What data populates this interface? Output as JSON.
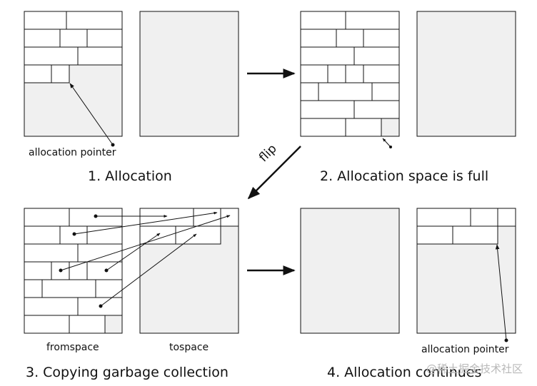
{
  "panel1": {
    "caption": "1. Allocation",
    "pointer_label": "allocation pointer"
  },
  "panel2": {
    "caption": "2. Allocation space is full",
    "arrow_label": "flip"
  },
  "panel3": {
    "caption": "3. Copying garbage collection",
    "fromspace_label": "fromspace",
    "tospace_label": "tospace"
  },
  "panel4": {
    "caption": "4. Allocation continues",
    "pointer_label": "allocation pointer"
  },
  "watermark": "@稀土掘金技术社区",
  "colors": {
    "background": "#ffffff",
    "space_fill": "#f0f0f0",
    "block_fill": "#ffffff",
    "line": "#111111",
    "watermark": "#b8b8b8"
  }
}
